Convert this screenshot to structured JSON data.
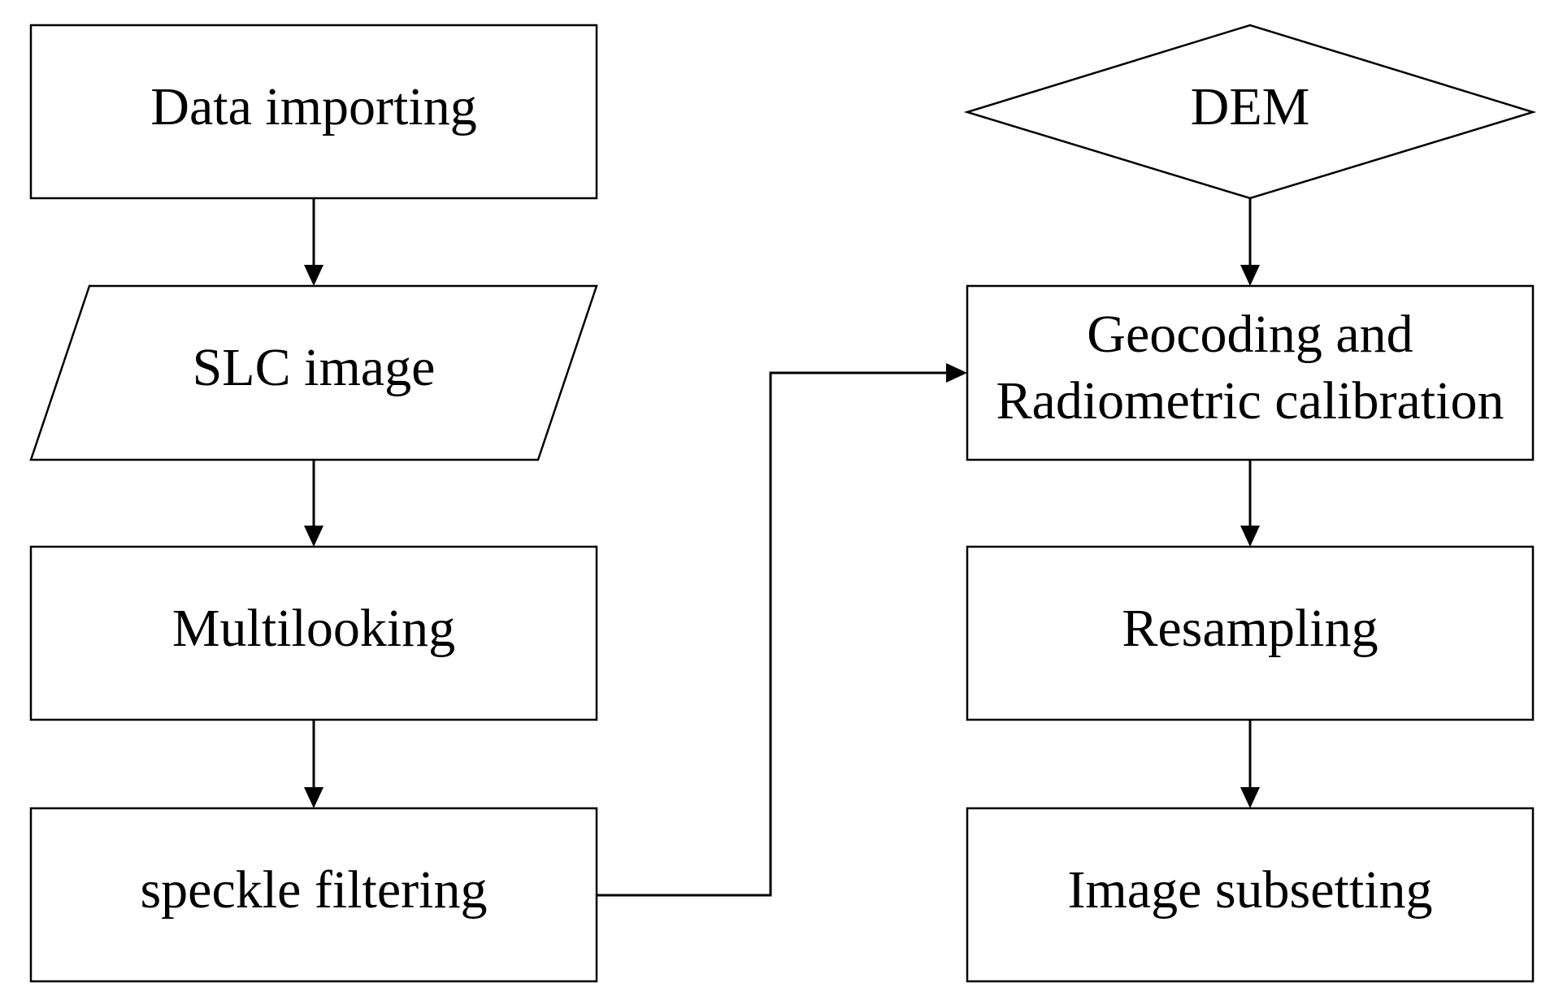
{
  "diagram": {
    "nodes": {
      "data_importing": "Data importing",
      "slc_image": "SLC image",
      "multilooking": "Multilooking",
      "speckle_filtering": "speckle filtering",
      "dem": "DEM",
      "geocoding_line1": "Geocoding and",
      "geocoding_line2": "Radiometric calibration",
      "resampling": "Resampling",
      "image_subsetting": "Image subsetting"
    },
    "edges": [
      {
        "from": "Data importing",
        "to": "SLC image"
      },
      {
        "from": "SLC image",
        "to": "Multilooking"
      },
      {
        "from": "Multilooking",
        "to": "speckle filtering"
      },
      {
        "from": "speckle filtering",
        "to": "Geocoding and Radiometric calibration"
      },
      {
        "from": "DEM",
        "to": "Geocoding and Radiometric calibration"
      },
      {
        "from": "Geocoding and Radiometric calibration",
        "to": "Resampling"
      },
      {
        "from": "Resampling",
        "to": "Image subsetting"
      }
    ]
  }
}
